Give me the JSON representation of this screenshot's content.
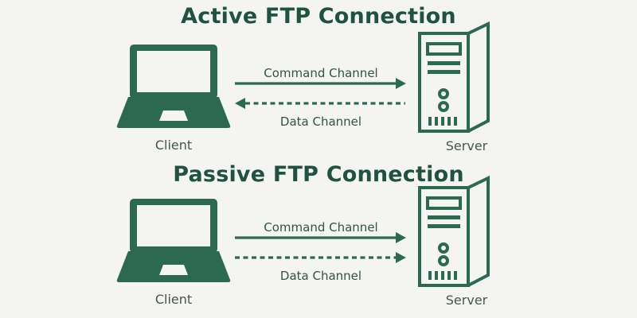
{
  "page": {
    "background_color": "#f4f4f2",
    "brand_color": "#2b6a51",
    "title_color": "#1f5240",
    "label_color": "#44564f"
  },
  "sections": [
    {
      "id": "active",
      "title": "Active FTP Connection",
      "client_label": "Client",
      "server_label": "Server",
      "channels": [
        {
          "label": "Command Channel",
          "style": "solid",
          "direction": "client-to-server"
        },
        {
          "label": "Data Channel",
          "style": "dashed",
          "direction": "server-to-client"
        }
      ]
    },
    {
      "id": "passive",
      "title": "Passive FTP Connection",
      "client_label": "Client",
      "server_label": "Server",
      "channels": [
        {
          "label": "Command Channel",
          "style": "solid",
          "direction": "client-to-server"
        },
        {
          "label": "Data Channel",
          "style": "dashed",
          "direction": "client-to-server"
        }
      ]
    }
  ],
  "icons": {
    "client": "laptop-icon",
    "server": "server-tower-icon",
    "arrow_right": "arrow-right-icon",
    "arrow_left": "arrow-left-icon"
  }
}
